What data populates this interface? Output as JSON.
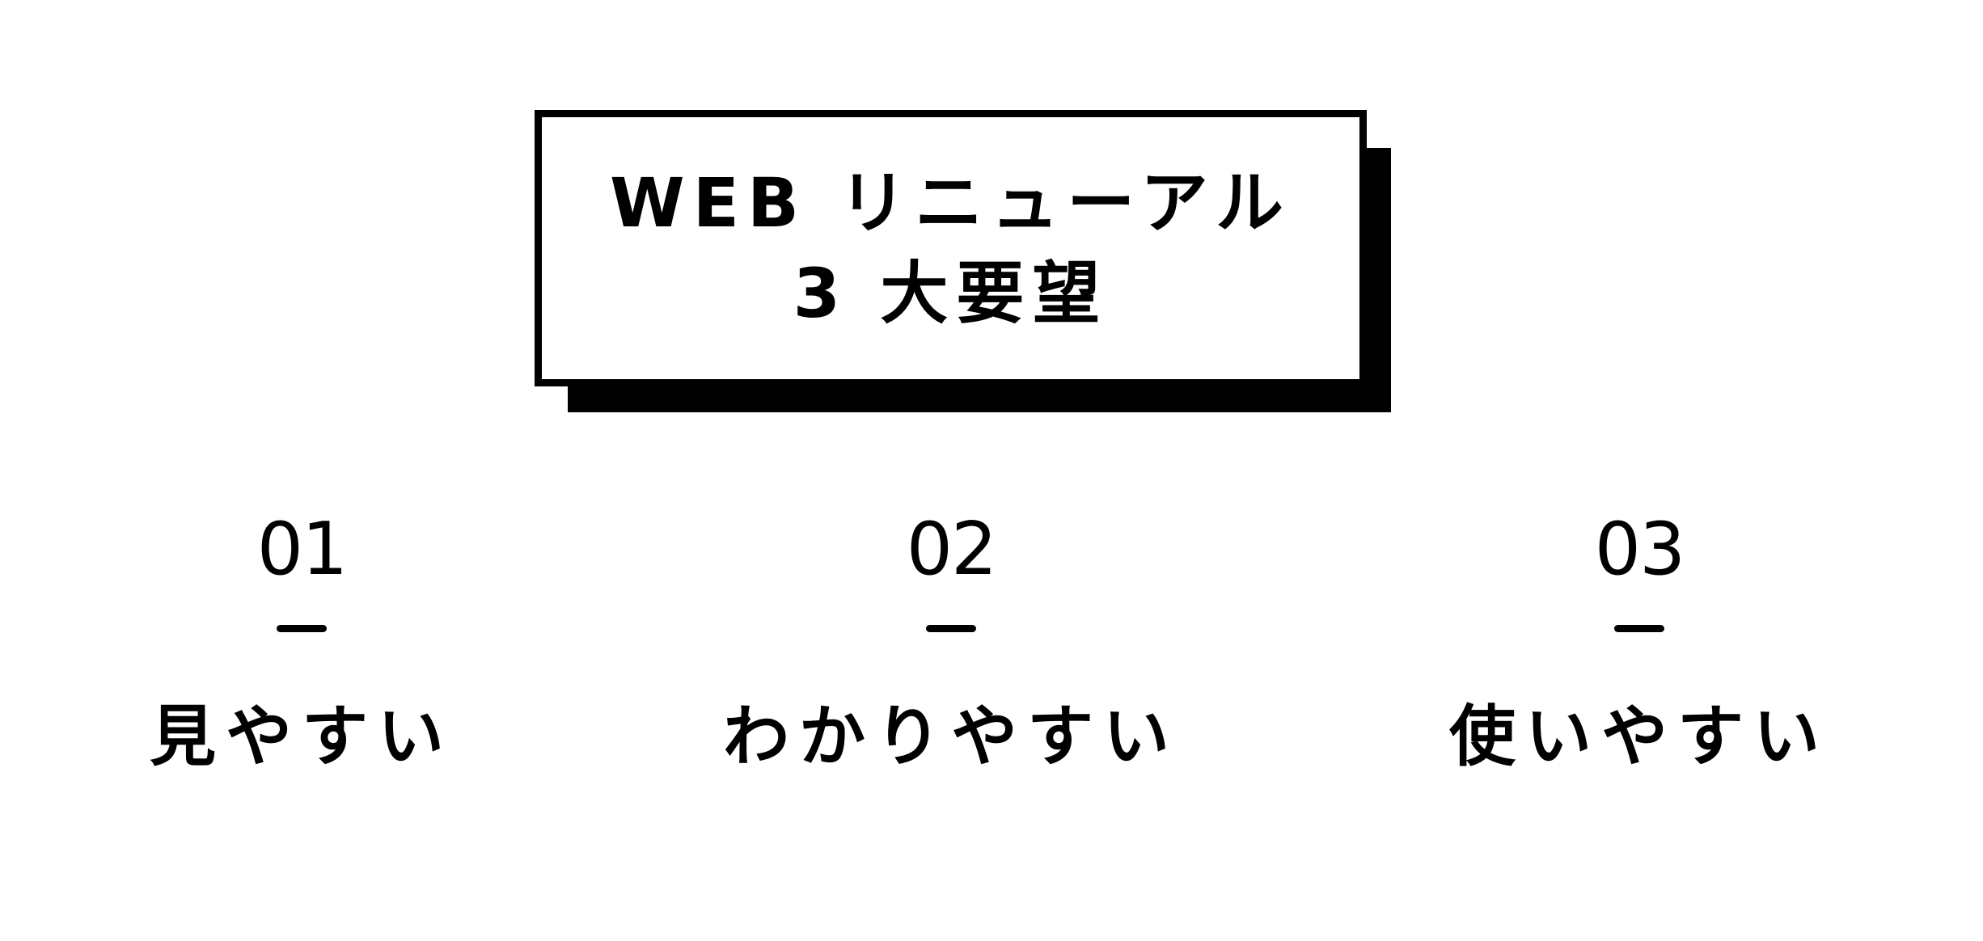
{
  "title": {
    "line1": "WEB リニューアル",
    "line2": "3 大要望"
  },
  "items": [
    {
      "number": "01",
      "label": "見やすい"
    },
    {
      "number": "02",
      "label": "わかりやすい"
    },
    {
      "number": "03",
      "label": "使いやすい"
    }
  ],
  "colors": {
    "background": "#ffffff",
    "foreground": "#000000"
  }
}
